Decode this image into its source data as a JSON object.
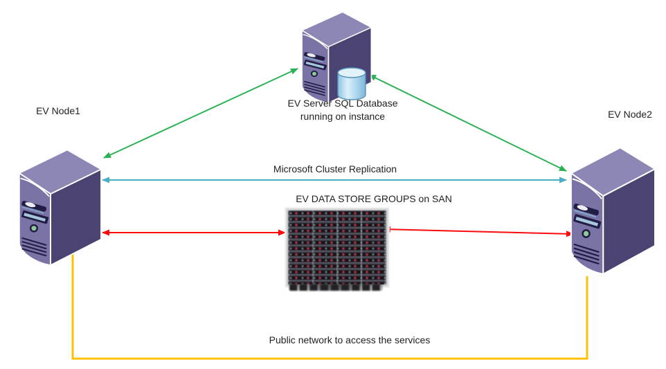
{
  "labels": {
    "node1": "EV Node1",
    "node2": "EV Node2",
    "sql_server_line1": "EV Server SQL Database",
    "sql_server_line2": "running on instance",
    "cluster_replication": "Microsoft Cluster Replication",
    "san": "EV DATA STORE GROUPS on SAN",
    "public_network": "Public network to access the services"
  },
  "colors": {
    "green": "#2BB153",
    "blue": "#4BACC6",
    "red": "#FB0B0B",
    "orange": "#FFC000",
    "text": "#1F1F1F",
    "server_front": "#7A73A6",
    "server_top": "#8D87B5",
    "server_side": "#4B4472",
    "server_detail": "#211D44",
    "db_cylinder_stroke": "#5590B8"
  },
  "graph": {
    "nodes": [
      {
        "id": "node1",
        "label": "EV Node1",
        "icon": "server-tower"
      },
      {
        "id": "node2",
        "label": "EV Node2",
        "icon": "server-tower"
      },
      {
        "id": "sql_server",
        "label": "EV Server SQL Database running on instance",
        "icon": "server-tower-with-database"
      },
      {
        "id": "san",
        "label": "EV DATA STORE GROUPS on SAN",
        "icon": "disk-array-photo"
      }
    ],
    "edges": [
      {
        "from": "node1",
        "to": "sql_server",
        "style": "double-arrow",
        "color": "#2BB153"
      },
      {
        "from": "sql_server",
        "to": "node2",
        "style": "double-arrow",
        "color": "#2BB153"
      },
      {
        "from": "node1",
        "to": "node2",
        "label": "Microsoft Cluster Replication",
        "style": "double-arrow",
        "color": "#4BACC6"
      },
      {
        "from": "node1",
        "to": "san",
        "style": "double-arrow",
        "color": "#FB0B0B"
      },
      {
        "from": "san",
        "to": "node2",
        "style": "double-arrow",
        "color": "#FB0B0B"
      },
      {
        "from": "node1",
        "to": "node2",
        "label": "Public network to access the services",
        "style": "plain-line",
        "color": "#FFC000"
      }
    ]
  }
}
